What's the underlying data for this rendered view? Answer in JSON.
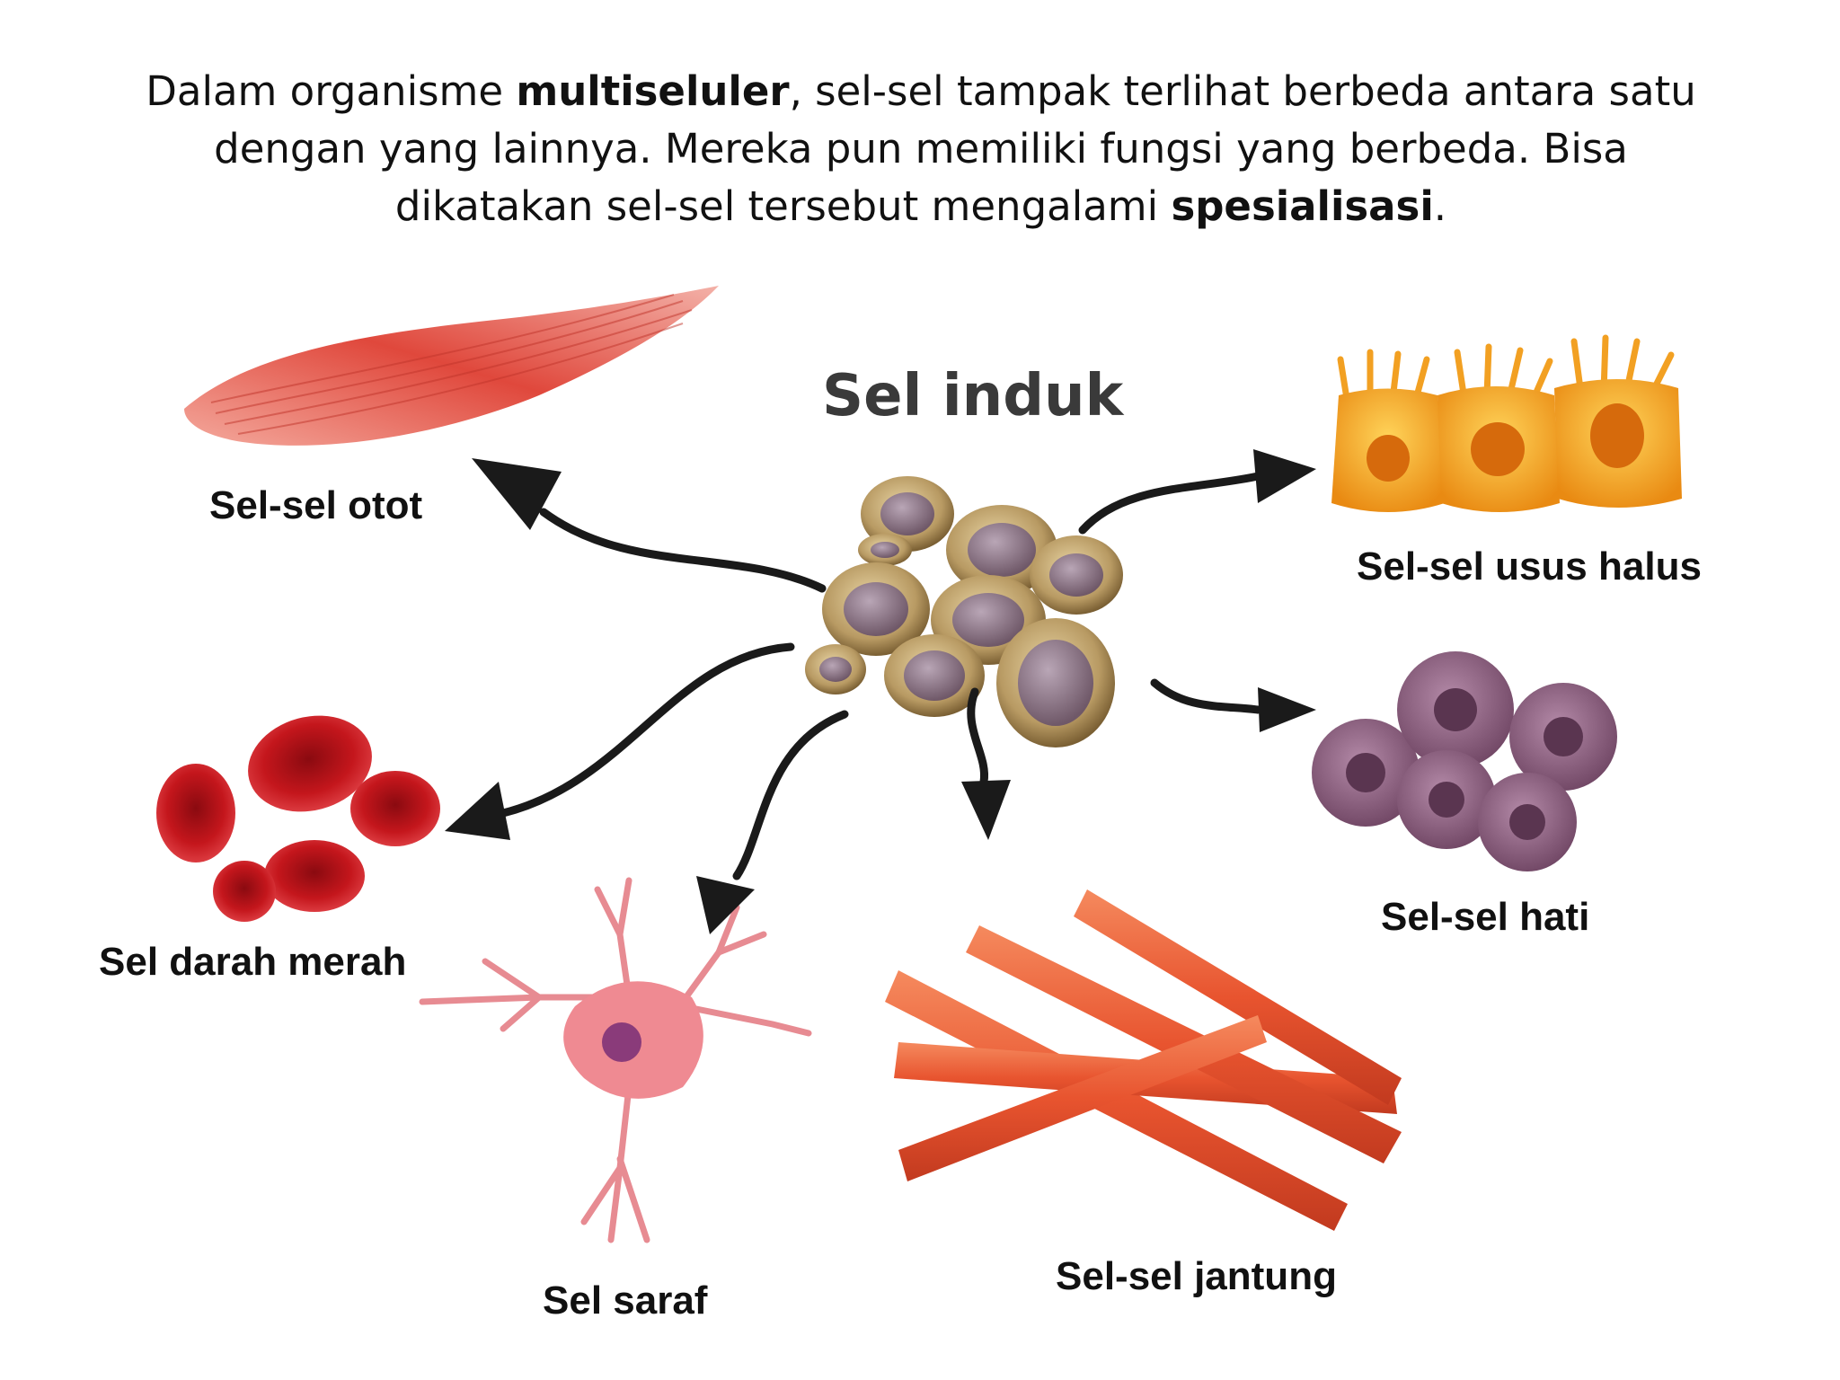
{
  "intro": {
    "part1": "Dalam organisme ",
    "bold1": "multiseluler",
    "part2": ", sel-sel tampak terlihat berbeda antara satu dengan yang lainnya. Mereka pun memiliki fungsi yang berbeda. Bisa dikatakan sel-sel tersebut mengalami ",
    "bold2": "spesialisasi",
    "part3": "."
  },
  "diagram": {
    "center_label": "Sel induk",
    "labels": {
      "muscle": "Sel-sel otot",
      "intestine": "Sel-sel usus halus",
      "liver": "Sel-sel hati",
      "blood": "Sel darah merah",
      "nerve": "Sel saraf",
      "heart": "Sel-sel jantung"
    }
  },
  "colors": {
    "muscle": "#e0483c",
    "intestine": "#f2a022",
    "liver": "#8a5a78",
    "blood": "#c4161c",
    "nerve": "#ef8a92",
    "heart": "#e8542f",
    "stem": "#b89a63"
  }
}
